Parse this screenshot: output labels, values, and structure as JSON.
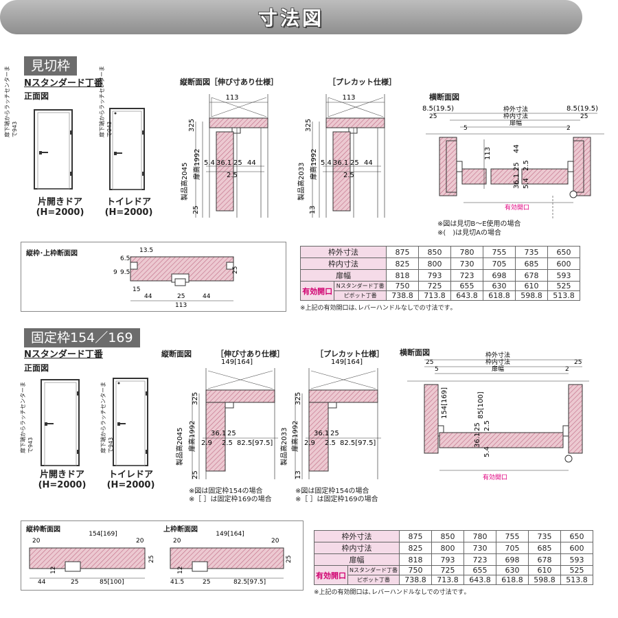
{
  "banner": {
    "title": "寸法図"
  },
  "s1": {
    "label": "見切枠",
    "subtitle": "Nスタンダード丁番",
    "front_view": "正面図",
    "vertical_section": "縦断面図",
    "stretch_spec": "［伸び寸あり仕様］",
    "precut_spec": "［プレカット仕様］",
    "horizontal_section": "横断面図",
    "door1_label": "片開きドア",
    "door1_h": "(H=2000)",
    "door2_label": "トイレドア",
    "door2_h": "(H=2000)",
    "latch_text": "扉下端からラッチセンターまで943",
    "hsec_notes": [
      "※図は見切B〜E使用の場合",
      "※(　)は見切Aの場合"
    ],
    "frame_section_title": "縦枠･上枠断面図",
    "dims": {
      "w113": "113",
      "d325": "325",
      "h2045": "製品高2045",
      "h2033": "製品高2033",
      "door1992": "扉高1992",
      "d54": "5.4",
      "d361": "36.1",
      "d25": "25",
      "d44": "44",
      "d2_5": "2.5",
      "d13": "13",
      "d85_19_5": "8.5(19.5)",
      "outer": "枠外寸法",
      "inner": "枠内寸法",
      "doorw": "扉幅",
      "d5": "5",
      "d2": "2",
      "eff": "有効開口",
      "d135": "13.5",
      "d6_5": "6.5",
      "d9_5": "9.5",
      "d9": "9",
      "d15": "15"
    }
  },
  "table": {
    "rows": [
      {
        "label": "枠外寸法",
        "values": [
          "875",
          "850",
          "780",
          "755",
          "735",
          "650"
        ]
      },
      {
        "label": "枠内寸法",
        "values": [
          "825",
          "800",
          "730",
          "705",
          "685",
          "600"
        ]
      },
      {
        "label": "扉幅",
        "values": [
          "818",
          "793",
          "723",
          "698",
          "678",
          "593"
        ]
      }
    ],
    "eff_label": "有効開口",
    "eff_rows": [
      {
        "label": "Nスタンダード丁番",
        "values": [
          "750",
          "725",
          "655",
          "630",
          "610",
          "525"
        ]
      },
      {
        "label": "ピボット丁番",
        "values": [
          "738.8",
          "713.8",
          "643.8",
          "618.8",
          "598.8",
          "513.8"
        ]
      }
    ],
    "note": "※上記の有効開口は､レバーハンドルなしでの寸法です｡"
  },
  "s2": {
    "label": "固定枠154／169",
    "subtitle": "Nスタンダード丁番",
    "front_view": "正面図",
    "vertical_section": "縦断面図",
    "stretch_spec": "［伸び寸あり仕様］",
    "precut_spec": "［プレカット仕様］",
    "horizontal_section": "横断面図",
    "door1_label": "片開きドア",
    "door1_h": "(H=2000)",
    "door2_label": "トイレドア",
    "door2_h": "(H=2000)",
    "latch_text": "扉下端からラッチセンターまで943",
    "vsec_notes": [
      "※図は固定枠154の場合",
      "※［ ］は固定枠169の場合"
    ],
    "frame_vert_title": "縦枠断面図",
    "frame_top_title": "上枠断面図",
    "dims": {
      "w149": "149[164]",
      "w154": "154[169]",
      "d325": "325",
      "h2045": "製品高2045",
      "h2033": "製品高2033",
      "door1992": "扉高1992",
      "d361": "36.1",
      "d25": "25",
      "d29": "2.9",
      "d2_5": "2.5",
      "d825": "82.5[97.5]",
      "d13": "13",
      "d85": "85[100]",
      "outer": "枠外寸法",
      "inner": "枠内寸法",
      "doorw": "扉幅",
      "d5": "5",
      "d2": "2",
      "eff": "有効開口",
      "d20": "20",
      "d12": "12",
      "d44": "44",
      "d85_100": "85[100]",
      "d41_5": "41.5",
      "d154_169": "154[169]",
      "d54": "5.4"
    }
  },
  "colors": {
    "hatch": "#d9a3ae",
    "hatch_line": "#b8607a",
    "effective": "#e0007f",
    "table_head": "#f5dbe8"
  }
}
